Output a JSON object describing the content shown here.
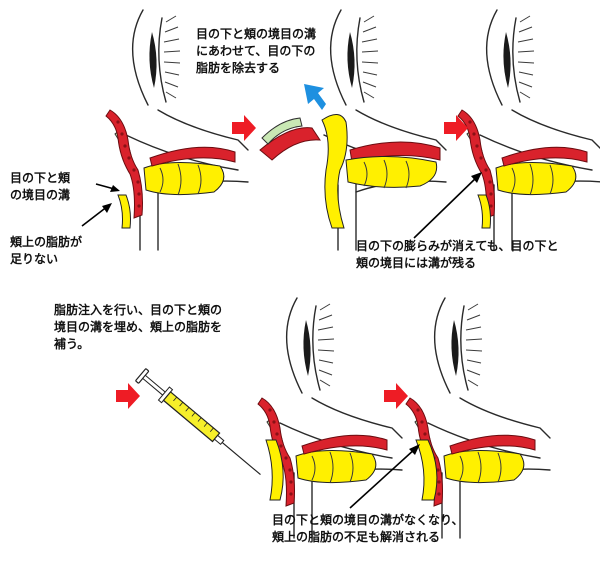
{
  "captions": {
    "top_center": "目の下と頬の境目の溝\nにあわせて、目の下の\n脂肪を除去する",
    "left_groove": "目の下と頬\nの境目の溝",
    "left_cheek": "頬上の脂肪が\n足りない",
    "right_top": "目の下の膨らみが消えても、目の下と\n頬の境目には溝が残る",
    "bottom_injection": "脂肪注入を行い、目の下と頬の\n境目の溝を埋め、頬上の脂肪を\n補う。",
    "bottom_result": "目の下と頬の境目の溝がなくなり、\n頬上の脂肪の不足も解消される"
  },
  "colors": {
    "step_arrow": "#ee1c25",
    "removal_arrow": "#1e90e0",
    "fat": "#fff000",
    "muscle": "#d9222c",
    "septum": "#c9e8b4"
  }
}
